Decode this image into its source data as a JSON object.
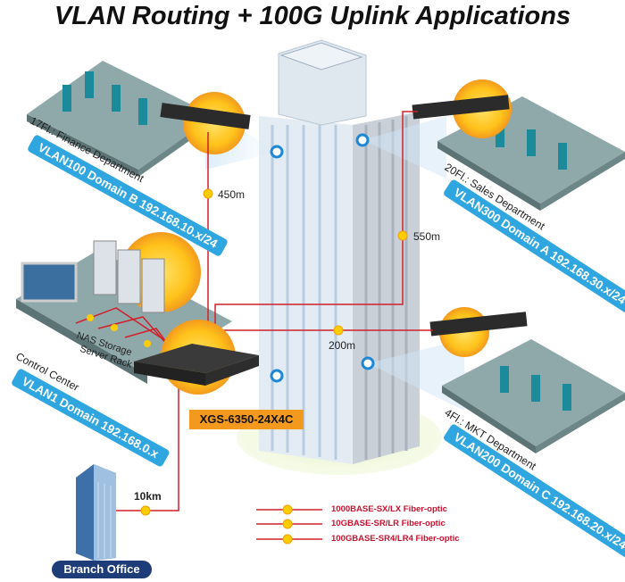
{
  "title": "VLAN Routing + 100G Uplink Applications",
  "floors": {
    "finance": {
      "floor": "17Fl.: Finance Department",
      "vlan": "VLAN100 Domain B 192.168.10.x/24"
    },
    "sales": {
      "floor": "20Fl.: Sales Department",
      "vlan": "VLAN300 Domain A 192.168.30.x/24"
    },
    "mkt": {
      "floor": "4Fl.: MKT Department",
      "vlan": "VLAN200 Domain C 192.168.20.x/24"
    },
    "control": {
      "floor": "Control Center",
      "vlan": "VLAN1 Domain 192.168.0.x",
      "nas_line1": "NAS Storage",
      "nas_line2": "Server Rack"
    }
  },
  "core_switch": {
    "model": "XGS-6350-24X4C"
  },
  "branch": {
    "label": "Branch Office"
  },
  "distances": {
    "finance": "450m",
    "sales": "550m",
    "mkt": "200m",
    "branch": "10km"
  },
  "legend": [
    {
      "label": "1000BASE-SX/LX Fiber-optic"
    },
    {
      "label": "10GBASE-SR/LR Fiber-optic"
    },
    {
      "label": "100GBASE-SR4/LR4 Fiber-optic"
    }
  ],
  "colors": {
    "fiber": "#d0202a",
    "vlan_banner": "#2fa6e0",
    "model_label": "#f39a1e",
    "branch_label": "#1e3d78",
    "badge": "#ffcc00"
  }
}
